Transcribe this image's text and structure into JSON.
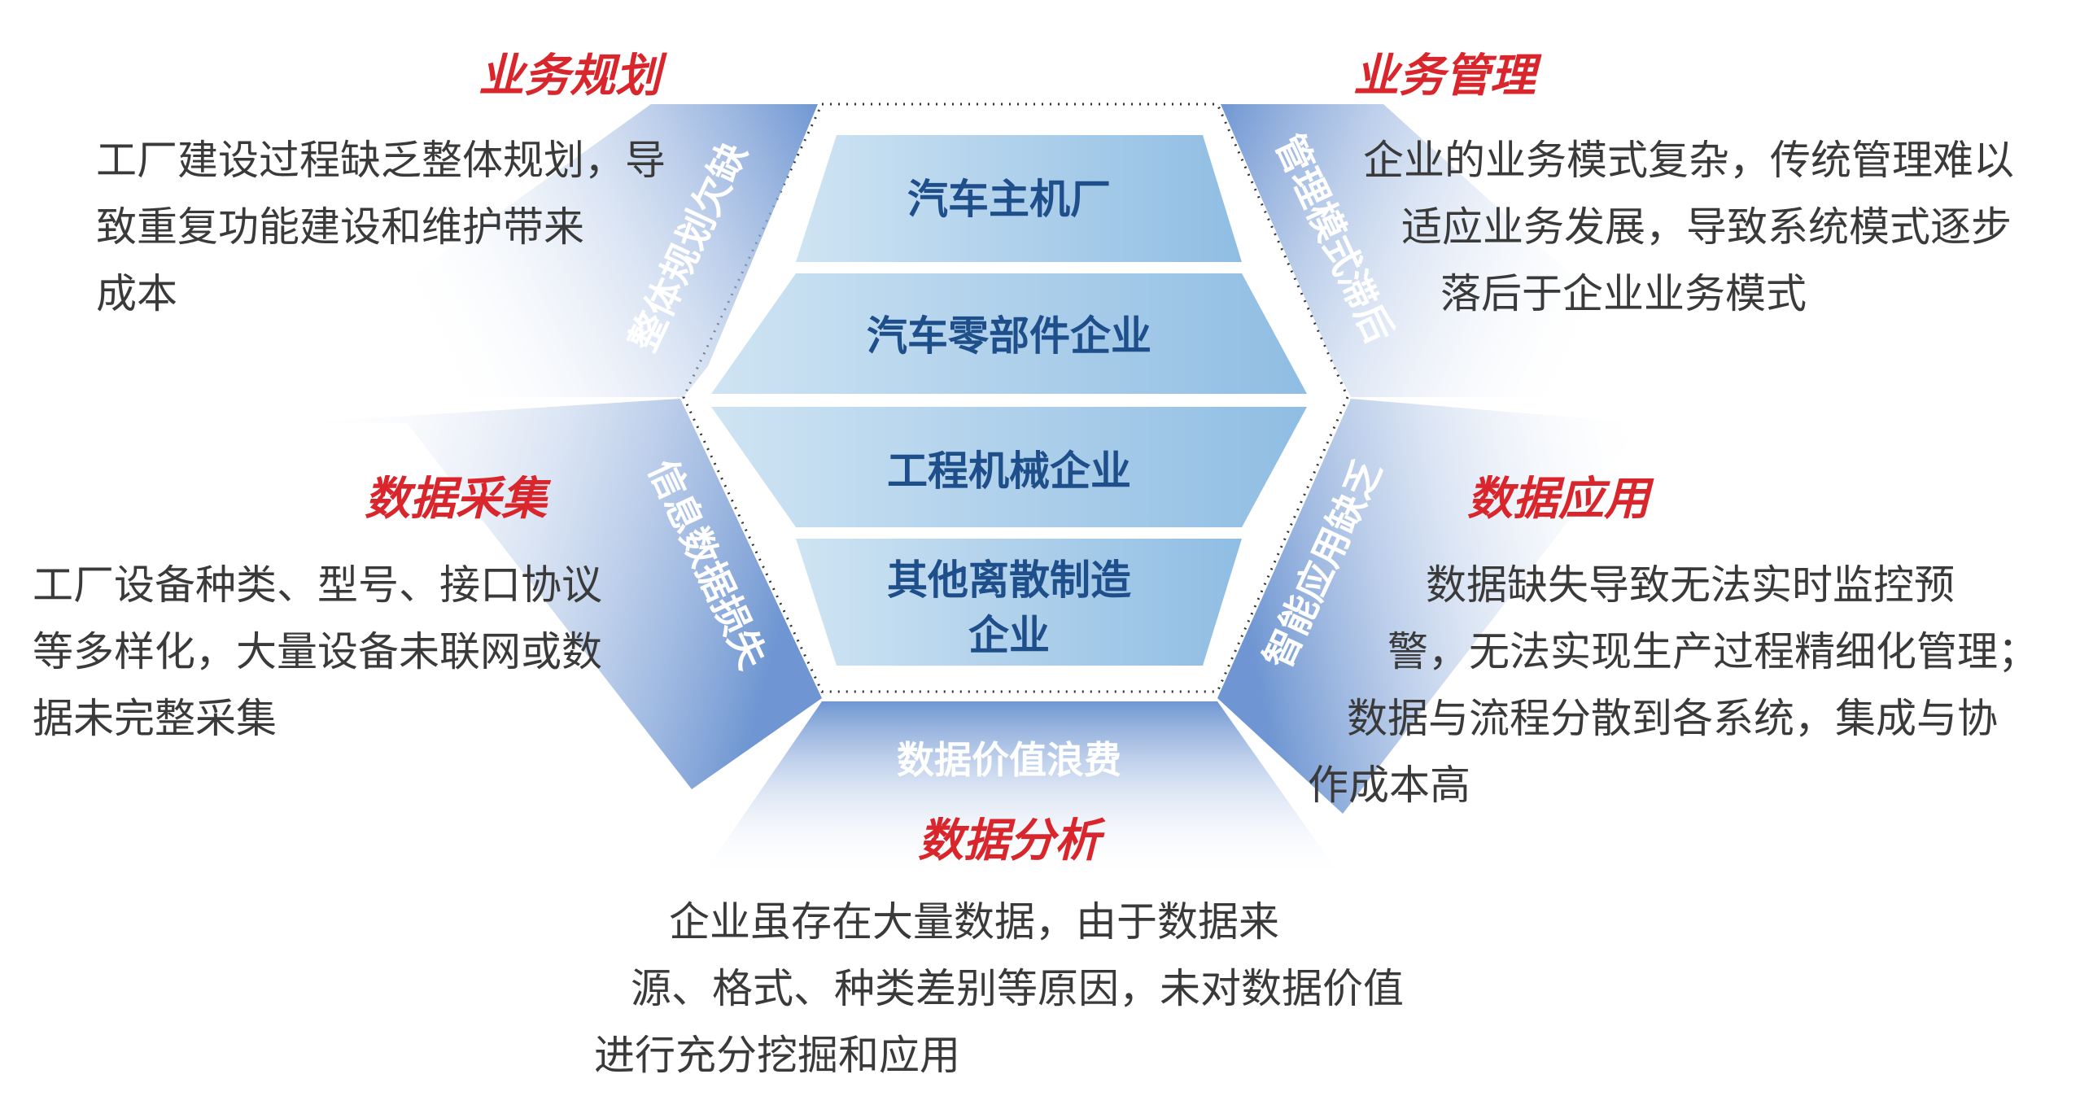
{
  "center_items": [
    "汽车主机厂",
    "汽车零部件企业",
    "工程机械企业",
    "其他离散制造",
    "企业"
  ],
  "bands": {
    "top_left": "整体规划欠缺",
    "top_right": "管理模式滞后",
    "mid_left": "信息数据损失",
    "mid_right": "智能应用缺乏",
    "bottom": "数据价值浪费"
  },
  "sections": {
    "top_left": {
      "title": "业务规划",
      "lines": [
        "工厂建设过程缺乏整体规划，导",
        "致重复功能建设和维护带来",
        "成本"
      ]
    },
    "top_right": {
      "title": "业务管理",
      "lines": [
        "企业的业务模式复杂，传统管理难以",
        "适应业务发展，导致系统模式逐步",
        "落后于企业业务模式"
      ]
    },
    "mid_left": {
      "title": "数据采集",
      "lines": [
        "工厂设备种类、型号、接口协议",
        "等多样化，大量设备未联网或数",
        "据未完整采集"
      ]
    },
    "mid_right": {
      "title": "数据应用",
      "lines": [
        "数据缺失导致无法实时监控预",
        "警，无法实现生产过程精细化管理；",
        "数据与流程分散到各系统，集成与协",
        "作成本高"
      ]
    },
    "bottom": {
      "title": "数据分析",
      "lines": [
        "企业虽存在大量数据，由于数据来",
        "源、格式、种类差别等原因，未对数据价值",
        "进行充分挖掘和应用"
      ]
    }
  }
}
